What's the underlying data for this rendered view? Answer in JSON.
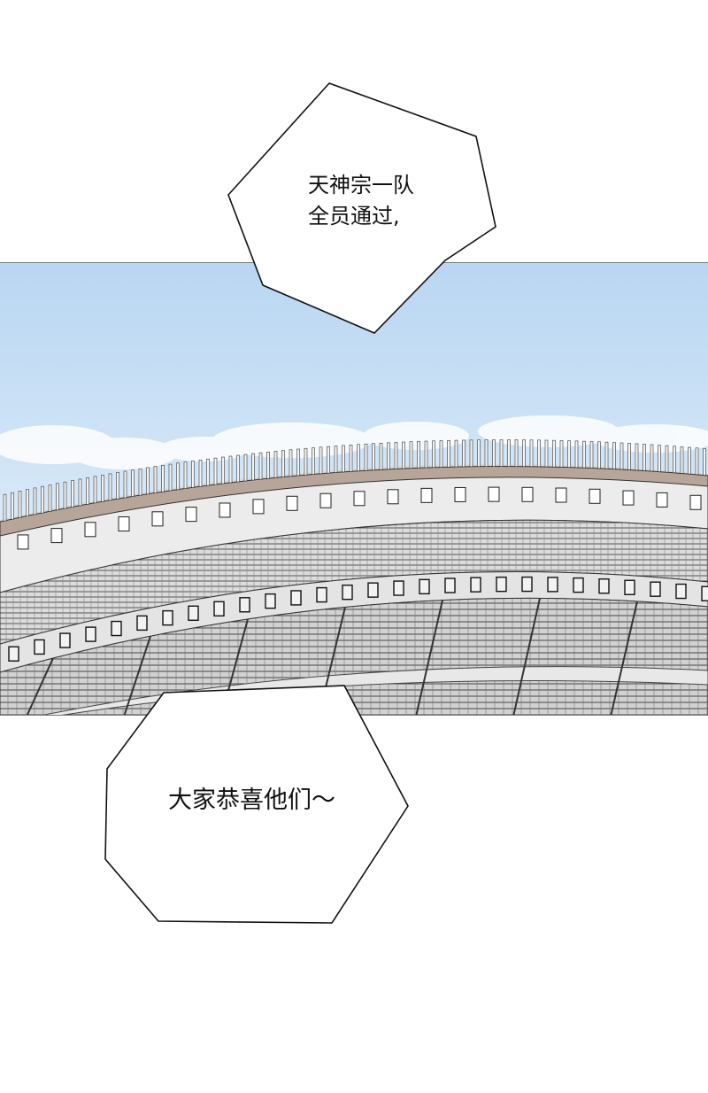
{
  "bubbles": {
    "top": {
      "line1": "天神宗一队",
      "line2": "全员通过,"
    },
    "bottom": {
      "line1": "大家恭喜他们～"
    }
  },
  "scene": {
    "icon": "colosseum-arena-illustration",
    "colors": {
      "sky_top": "#b9d6f2",
      "sky_bottom": "#e9f2fb",
      "rim": "#b8a59a",
      "stone": "#e6e6e6",
      "ink": "#222222"
    }
  }
}
